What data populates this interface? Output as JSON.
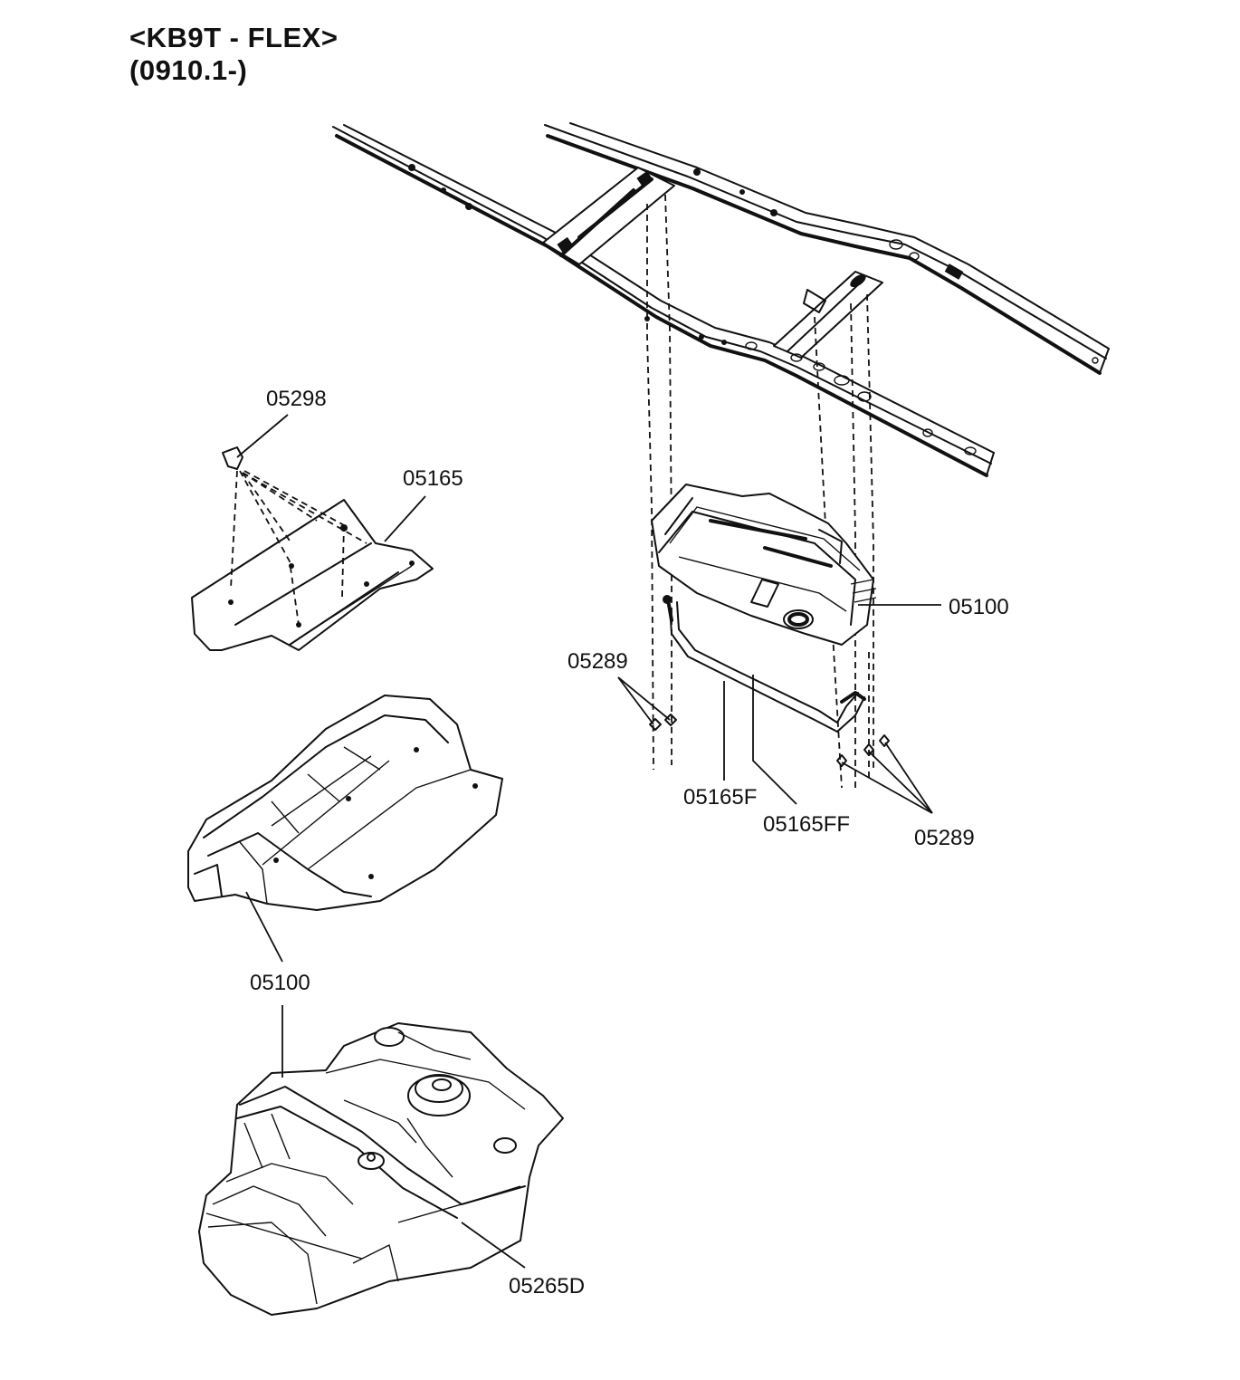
{
  "header": {
    "model_line": "<KB9T - FLEX>",
    "date_line": "(0910.1-)"
  },
  "labels": {
    "p05298": "05298",
    "p05165": "05165",
    "p05100_right": "05100",
    "p05289_left": "05289",
    "p05165F": "05165F",
    "p05165FF": "05165FF",
    "p05289_right": "05289",
    "p05100_middle": "05100",
    "p05265D": "05265D"
  },
  "colors": {
    "line": "#111111",
    "background": "#ffffff"
  }
}
